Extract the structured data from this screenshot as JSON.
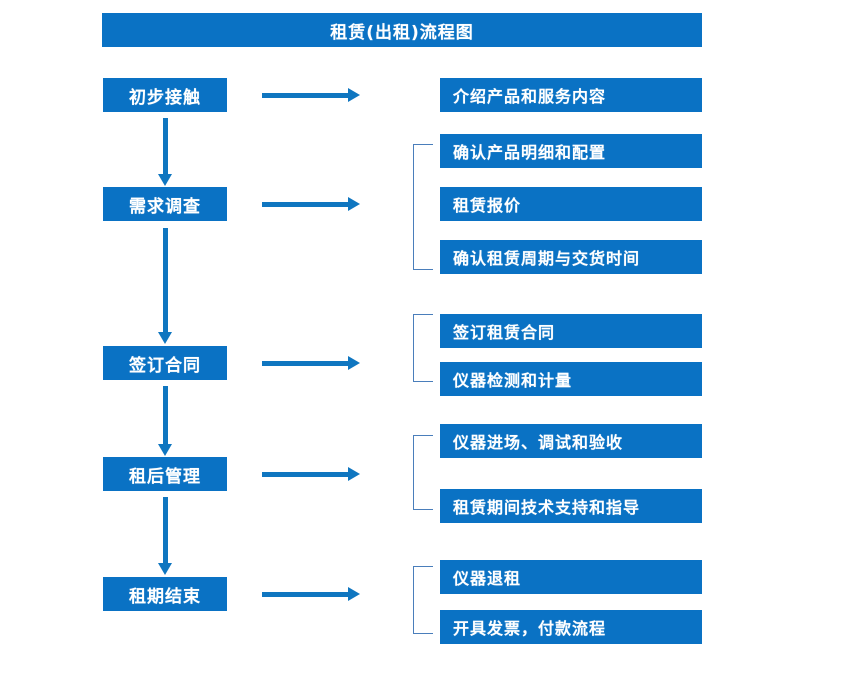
{
  "diagram": {
    "title": "租赁(出租)流程图",
    "colors": {
      "box_fill": "#0a72c4",
      "box_text": "#ffffff",
      "arrow": "#0f76c0",
      "bracket": "#4a7ebb",
      "background": "#ffffff"
    },
    "stages": [
      {
        "label": "初步接触"
      },
      {
        "label": "需求调查"
      },
      {
        "label": "签订合同"
      },
      {
        "label": "租后管理"
      },
      {
        "label": "租期结束"
      }
    ],
    "details": [
      {
        "label": "介绍产品和服务内容"
      },
      {
        "label": "确认产品明细和配置"
      },
      {
        "label": "租赁报价"
      },
      {
        "label": "确认租赁周期与交货时间"
      },
      {
        "label": "签订租赁合同"
      },
      {
        "label": "仪器检测和计量"
      },
      {
        "label": "仪器进场、调试和验收"
      },
      {
        "label": "租赁期间技术支持和指导"
      },
      {
        "label": "仪器退租"
      },
      {
        "label": "开具发票，付款流程"
      }
    ]
  }
}
